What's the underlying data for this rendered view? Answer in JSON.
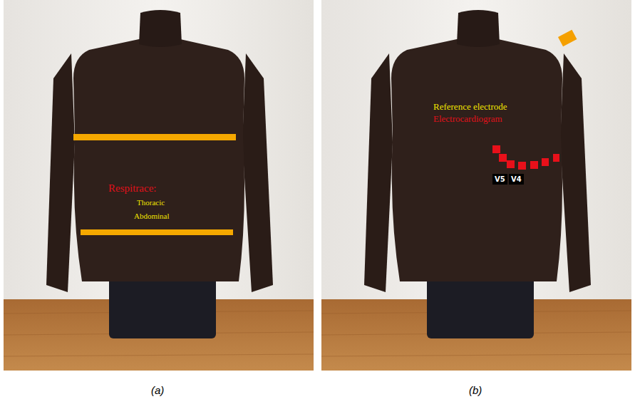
{
  "diagram": {
    "nodes": [
      {
        "text": [
          "V5"
        ]
      },
      {
        "text": [
          "V4"
        ]
      }
    ],
    "labels": [
      "Respitrace:",
      "Thoracic",
      "Abdominal",
      "Reference electrode",
      "Electrocardiogram",
      "(a)",
      "(b)"
    ]
  }
}
